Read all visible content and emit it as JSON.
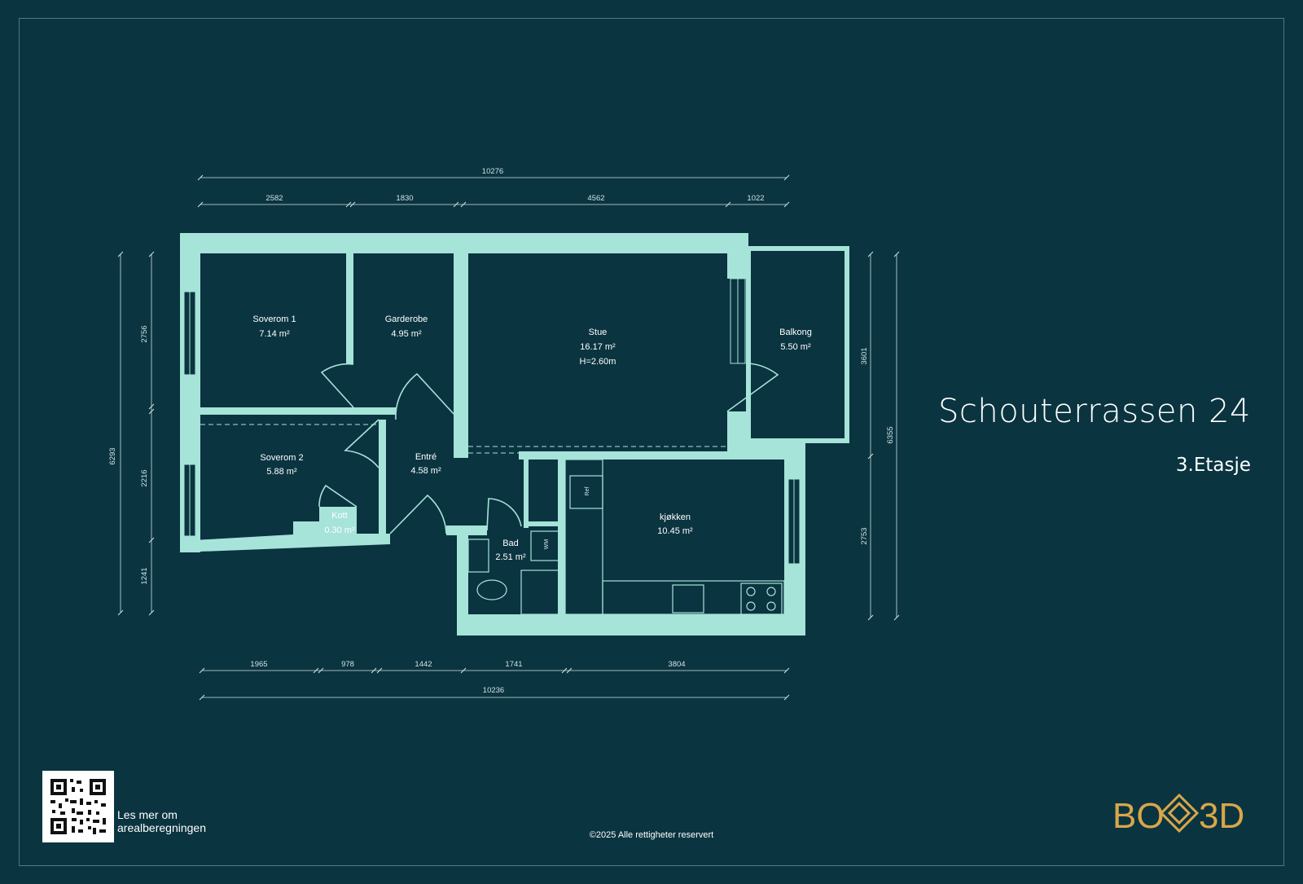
{
  "header": {
    "address": "Schouterrassen 24",
    "floor": "3.Etasje"
  },
  "rooms": [
    {
      "name": "Soverom 1",
      "area": "7.14 m²"
    },
    {
      "name": "Garderobe",
      "area": "4.95 m²"
    },
    {
      "name": "Stue",
      "area": "16.17 m²",
      "height": "H=2.60m"
    },
    {
      "name": "Balkong",
      "area": "5.50 m²"
    },
    {
      "name": "Soverom 2",
      "area": "5.88 m²"
    },
    {
      "name": "Entré",
      "area": "4.58 m²"
    },
    {
      "name": "Kott",
      "area": "0.30 m²"
    },
    {
      "name": "Bad",
      "area": "2.51 m²"
    },
    {
      "name": "kjøkken",
      "area": "10.45 m²"
    }
  ],
  "fixtures": {
    "ref": "Ref",
    "wm": "WM"
  },
  "dimensions": {
    "top_total": "10276",
    "top_segments": [
      "2582",
      "1830",
      "4562",
      "1022"
    ],
    "bottom_segments": [
      "1965",
      "978",
      "1442",
      "1741",
      "3804"
    ],
    "bottom_total": "10236",
    "left_total": "6293",
    "left_segments": [
      "2756",
      "2216",
      "1241"
    ],
    "right_segments": [
      "3601",
      "2753"
    ],
    "right_total": "6355"
  },
  "colors": {
    "background": "#0a3440",
    "wall": "#a6e3d9",
    "logo_gold": "#d9a64a"
  },
  "footer": {
    "qr_caption_line1": "Les mer om",
    "qr_caption_line2": "arealberegningen",
    "copyright": "©2025 Alle rettigheter reservert",
    "logo_left": "BO",
    "logo_right": "3D"
  }
}
